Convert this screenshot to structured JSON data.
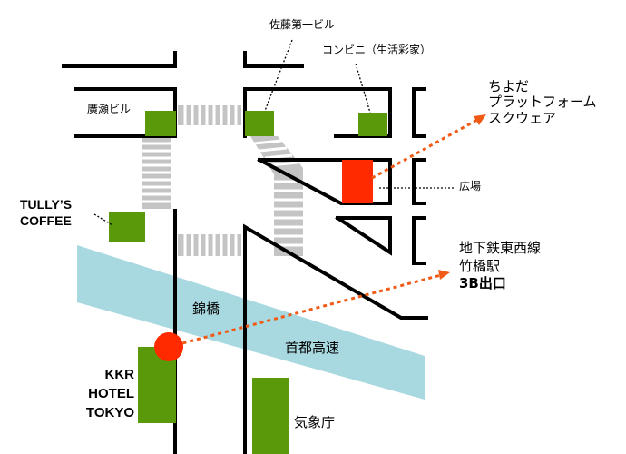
{
  "labels": {
    "sato_bldg": "佐藤第一ビル",
    "convenience_store": "コンビニ（生活彩家）",
    "hirose_bldg": "廣瀬ビル",
    "chiyoda_platform": [
      "ちよだ",
      "プラットフォーム",
      "スクウェア"
    ],
    "plaza": "広場",
    "tullys": [
      "TULLY’S",
      "COFFEE"
    ],
    "subway_exit": [
      "地下鉄東西線",
      "竹橋駅",
      "3B出口"
    ],
    "nishikibashi": "錦橋",
    "expressway": "首都高速",
    "kkr_hotel": [
      "KKR",
      "HOTEL",
      "TOKYO"
    ],
    "jma": "気象庁"
  },
  "colors": {
    "building_green": "#5a9a0a",
    "destination_red": "#ff2a00",
    "route_dotted": "#f05a14",
    "expressway_band": "#a8d8e0",
    "crosswalk": "#c4c4c4",
    "road_line": "#000000"
  }
}
